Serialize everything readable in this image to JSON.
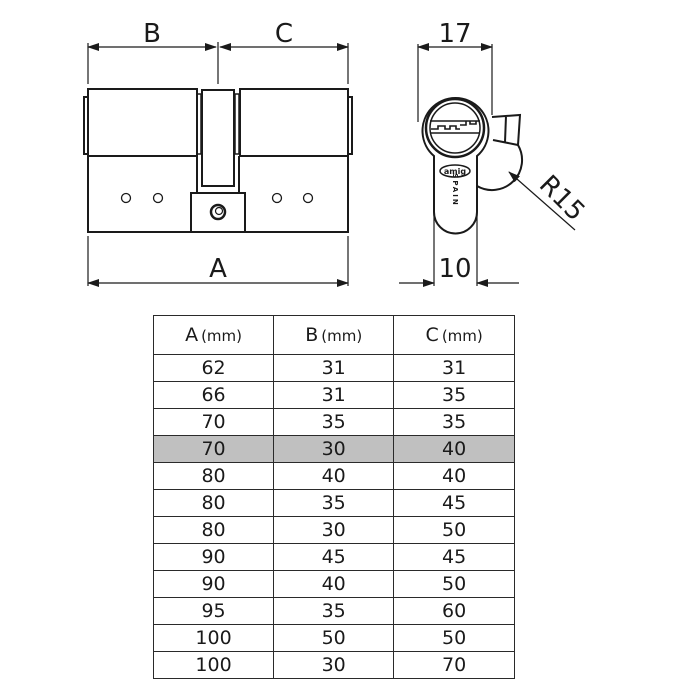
{
  "front_view": {
    "label_b": "B",
    "label_c": "C",
    "label_a": "A"
  },
  "side_view": {
    "width_label": "17",
    "stem_label": "10",
    "radius_label": "R15",
    "logo": "amig",
    "country": "SPAIN"
  },
  "table": {
    "headers": [
      {
        "letter": "A",
        "unit": "(mm)"
      },
      {
        "letter": "B",
        "unit": "(mm)"
      },
      {
        "letter": "C",
        "unit": "(mm)"
      }
    ],
    "highlight_color": "#c0c0c0",
    "rows": [
      {
        "cells": [
          "62",
          "31",
          "31"
        ],
        "highlighted": false
      },
      {
        "cells": [
          "66",
          "31",
          "35"
        ],
        "highlighted": false
      },
      {
        "cells": [
          "70",
          "35",
          "35"
        ],
        "highlighted": false
      },
      {
        "cells": [
          "70",
          "30",
          "40"
        ],
        "highlighted": true
      },
      {
        "cells": [
          "80",
          "40",
          "40"
        ],
        "highlighted": false
      },
      {
        "cells": [
          "80",
          "35",
          "45"
        ],
        "highlighted": false
      },
      {
        "cells": [
          "80",
          "30",
          "50"
        ],
        "highlighted": false
      },
      {
        "cells": [
          "90",
          "45",
          "45"
        ],
        "highlighted": false
      },
      {
        "cells": [
          "90",
          "40",
          "50"
        ],
        "highlighted": false
      },
      {
        "cells": [
          "95",
          "35",
          "60"
        ],
        "highlighted": false
      },
      {
        "cells": [
          "100",
          "50",
          "50"
        ],
        "highlighted": false
      },
      {
        "cells": [
          "100",
          "30",
          "70"
        ],
        "highlighted": false
      }
    ]
  }
}
